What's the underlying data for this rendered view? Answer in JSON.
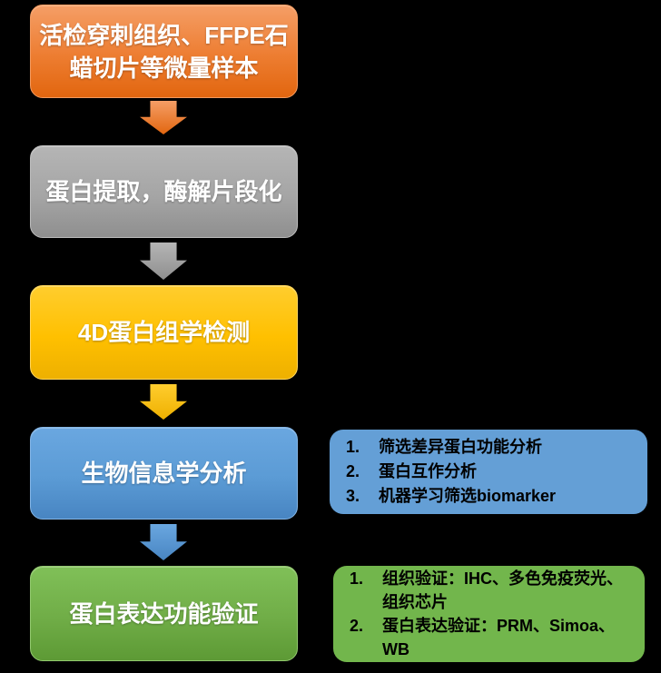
{
  "canvas": {
    "background": "#000000"
  },
  "flow": {
    "steps": [
      {
        "label": "活检穿刺组织、FFPE石蜡切片等微量样本",
        "fill": "#ED7D31"
      },
      {
        "label": "蛋白提取，酶解片段化",
        "fill": "#A5A5A5"
      },
      {
        "label": "4D蛋白组学检测",
        "fill": "#FFC000"
      },
      {
        "label": "生物信息学分析",
        "fill": "#5B9BD5"
      },
      {
        "label": "蛋白表达功能验证",
        "fill": "#70AD47"
      }
    ],
    "arrow_colors": [
      "#ED7D31",
      "#A5A5A5",
      "#FFC000",
      "#5B9BD5"
    ]
  },
  "panels": {
    "bioinformatics": {
      "fill": "#649FD6",
      "text_color": "#000000",
      "items": [
        {
          "num": "1.",
          "text": "筛选差异蛋白功能分析"
        },
        {
          "num": "2.",
          "text": "蛋白互作分析"
        },
        {
          "num": "3.",
          "text": "机器学习筛选biomarker"
        }
      ]
    },
    "validation": {
      "fill": "#72B64C",
      "text_color": "#000000",
      "items": [
        {
          "num": "1.",
          "text": "组织验证：IHC、多色免疫荧光、组织芯片"
        },
        {
          "num": "2.",
          "text": "蛋白表达验证：PRM、Simoa、WB"
        }
      ]
    }
  }
}
